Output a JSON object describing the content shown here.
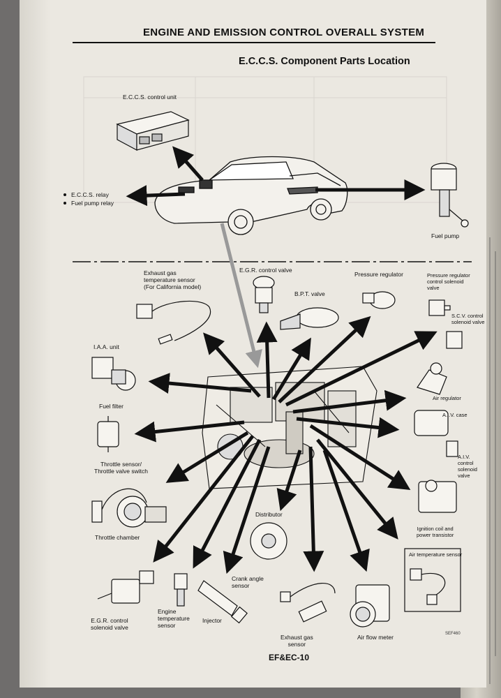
{
  "header": {
    "title": "ENGINE AND EMISSION CONTROL OVERALL SYSTEM",
    "section": "E.C.C.S. Component Parts Location"
  },
  "components": {
    "eccs_control_unit": "E.C.C.S. control unit",
    "eccs_relay": "E.C.C.S. relay",
    "fuel_pump_relay": "Fuel pump relay",
    "fuel_pump": "Fuel pump",
    "exhaust_gas_temp_sensor": "Exhaust gas\ntemperature sensor\n(For California model)",
    "egr_control_valve": "E.G.R. control valve",
    "bpt_valve": "B.P.T. valve",
    "pressure_regulator": "Pressure regulator",
    "pressure_regulator_solenoid": "Pressure regulator\ncontrol solenoid\nvalve",
    "scv_solenoid": "S.C.V. control\nsolenoid valve",
    "iaa_unit": "I.A.A. unit",
    "fuel_filter": "Fuel filter",
    "air_regulator": "Air regulator",
    "aiv_case": "A.I.V. case",
    "aiv_solenoid": "A.I.V.\ncontrol\nsolenoid\nvalve",
    "throttle_sensor": "Throttle sensor/\nThrottle valve switch",
    "throttle_chamber": "Throttle chamber",
    "distributor": "Distributor",
    "ignition_coil": "Ignition coil and\npower transistor",
    "air_temp_sensor": "Air temperature sensor",
    "crank_angle_sensor": "Crank angle\nsensor",
    "egr_solenoid": "E.G.R. control\nsolenoid valve",
    "engine_temp_sensor": "Engine\ntemperature\nsensor",
    "injector": "Injector",
    "exhaust_gas_sensor": "Exhaust gas\nsensor",
    "air_flow_meter": "Air flow meter"
  },
  "footer": {
    "page_number": "EF&EC-10",
    "figure_code": "SEF460"
  }
}
